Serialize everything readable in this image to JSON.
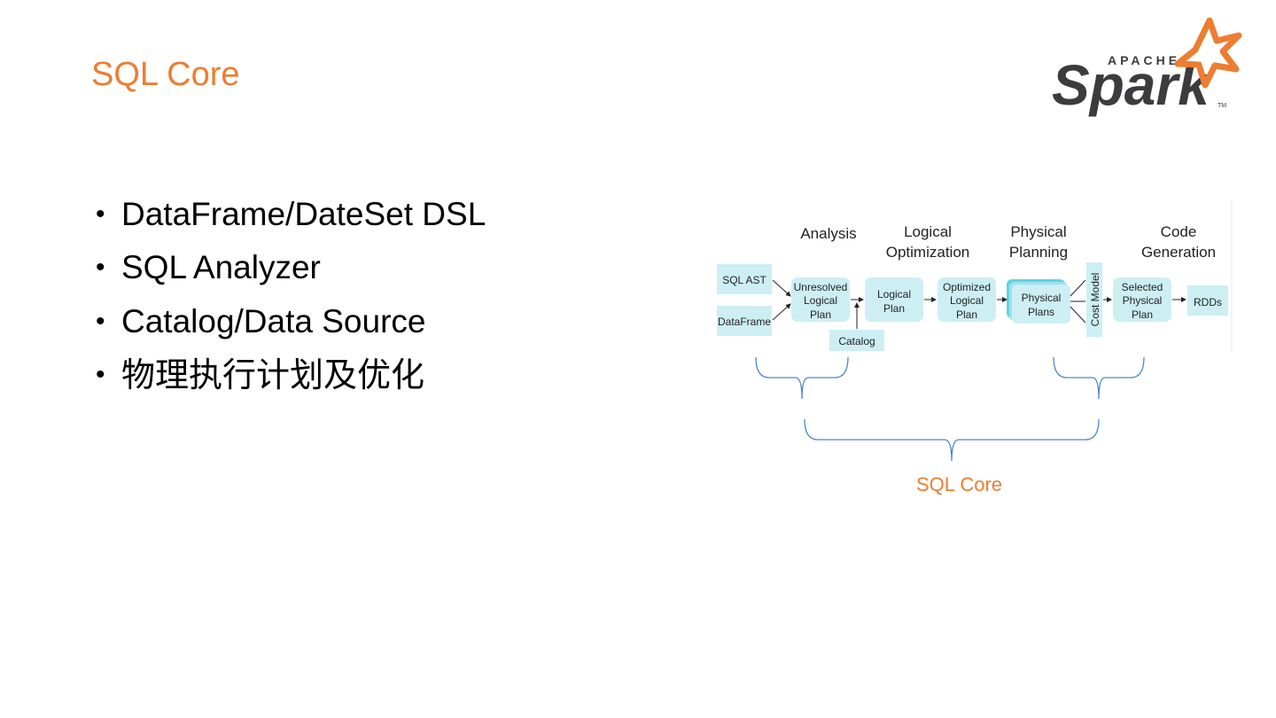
{
  "title": "SQL Core",
  "logo": {
    "small_text": "APACHE",
    "word": "Spark",
    "tm": "TM"
  },
  "bullets": [
    "DataFrame/DateSet DSL",
    "SQL Analyzer",
    "Catalog/Data Source",
    "物理执行计划及优化"
  ],
  "diagram": {
    "phases": {
      "analysis": "Analysis",
      "logical_1": "Logical",
      "logical_2": "Optimization",
      "physical_1": "Physical",
      "physical_2": "Planning",
      "code_1": "Code",
      "code_2": "Generation"
    },
    "boxes": {
      "sql_ast": "SQL AST",
      "dataframe": "DataFrame",
      "unresolved_1": "Unresolved",
      "unresolved_2": "Logical",
      "unresolved_3": "Plan",
      "logical_1": "Logical",
      "logical_2": "Plan",
      "optimized_1": "Optimized",
      "optimized_2": "Logical",
      "optimized_3": "Plan",
      "physical_1": "Physical",
      "physical_2": "Plans",
      "cost_model": "Cost Model",
      "selected_1": "Selected",
      "selected_2": "Physical",
      "selected_3": "Plan",
      "rdds": "RDDs",
      "catalog": "Catalog"
    },
    "core_label": "SQL Core"
  },
  "colors": {
    "accent": "#ed7d31",
    "box_fill": "#cdeff3",
    "brace": "#4a86c8",
    "logo_gray": "#3c3b3d"
  }
}
